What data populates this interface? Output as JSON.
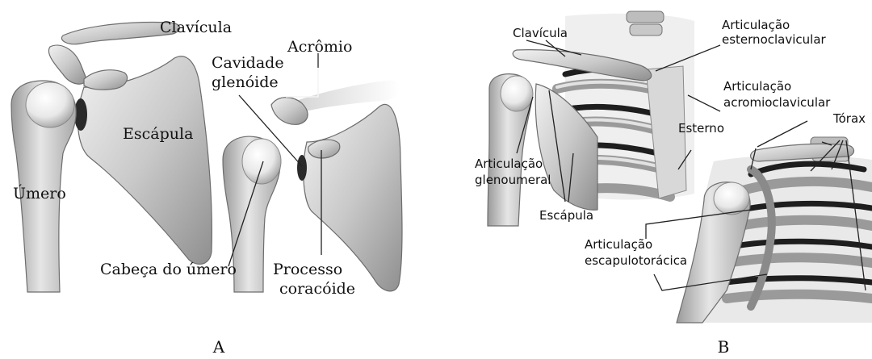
{
  "panel_a": {
    "label": "A",
    "labels": {
      "clavicula": "Clavícula",
      "acromio": "Acrômio",
      "cavidade_1": "Cavidade",
      "cavidade_2": "glenóide",
      "escapula": "Escápula",
      "umero": "Úmero",
      "cabeca_umero": "Cabeça do úmero",
      "processo_1": "Processo",
      "processo_2": "coracóide"
    }
  },
  "panel_b": {
    "label": "B",
    "labels": {
      "clavicula": "Clavícula",
      "art_esterno_1": "Articulação",
      "art_esterno_2": "esternoclavicular",
      "art_acromio_1": "Articulação",
      "art_acromio_2": "acromioclavicular",
      "torax": "Tórax",
      "esterno": "Esterno",
      "art_gleno_1": "Articulação",
      "art_gleno_2": "glenoumeral",
      "escapula": "Escápula",
      "art_escapulo_1": "Articulação",
      "art_escapulo_2": "escapulotorácica"
    }
  }
}
